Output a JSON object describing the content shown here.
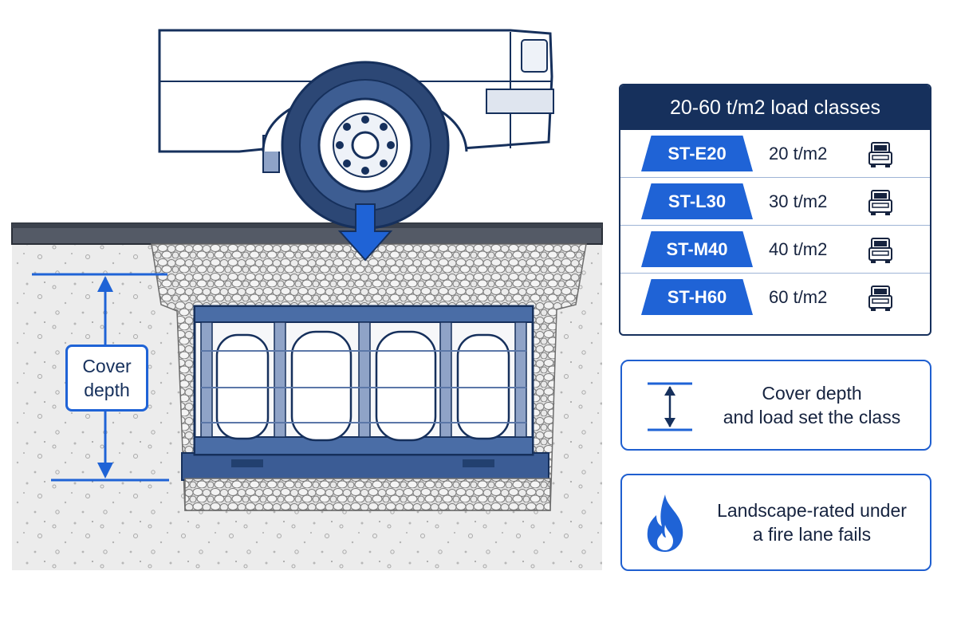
{
  "load_classes": {
    "header": "20-60 t/m2 load classes",
    "rows": [
      {
        "code": "ST-E20",
        "load": "20 t/m2",
        "icon": "truck-icon"
      },
      {
        "code": "ST-L30",
        "load": "30 t/m2",
        "icon": "truck-icon"
      },
      {
        "code": "ST-M40",
        "load": "40 t/m2",
        "icon": "truck-icon"
      },
      {
        "code": "ST-H60",
        "load": "60 t/m2",
        "icon": "truck-icon"
      }
    ]
  },
  "cover_depth_note": {
    "icon": "depth-arrow-icon",
    "line1": "Cover depth",
    "line2": "and load set the class"
  },
  "fire_lane_note": {
    "icon": "fire-icon",
    "line1": "Landscape-rated under",
    "line2": "a fire lane fails"
  },
  "diagram": {
    "cover_label_line1": "Cover",
    "cover_label_line2": "depth",
    "colors": {
      "navy": "#16305c",
      "accent_blue": "#1f63d6",
      "soil": "#ececec",
      "gravel": "#dcdcdc"
    }
  }
}
